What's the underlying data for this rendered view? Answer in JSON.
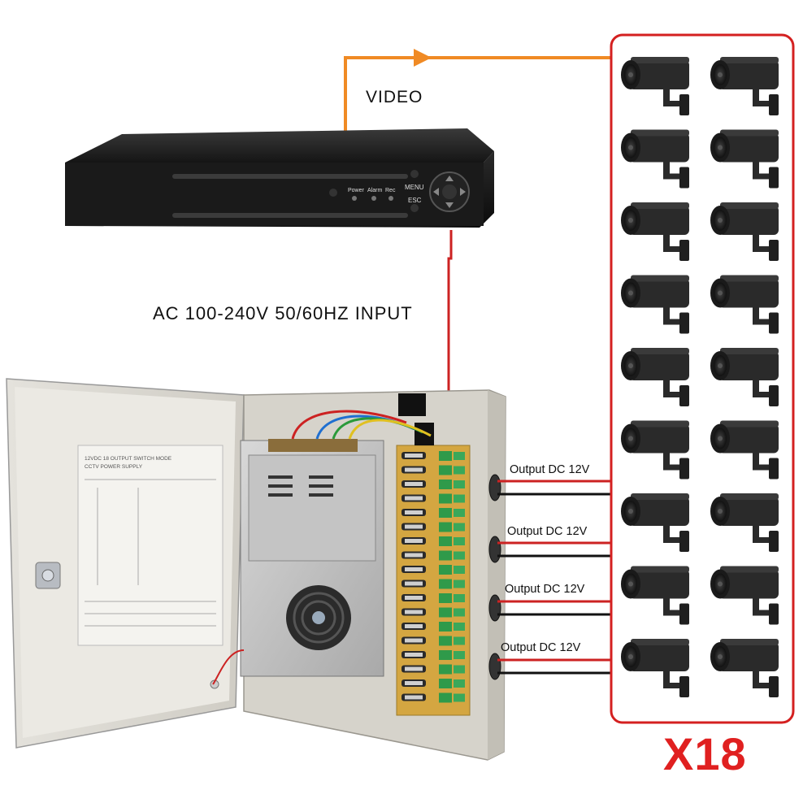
{
  "labels": {
    "video": "VIDEO",
    "ac_input": "AC 100-240V 50/60HZ INPUT",
    "camera_count": "X18"
  },
  "dvr": {
    "indicator_power": "Power",
    "indicator_alarm": "Alarm",
    "indicator_rec": "Rec",
    "menu_button": "MENU",
    "esc_button": "ESC"
  },
  "power_box": {
    "door_sticker_title": "12VDC 18 OUTPUT SWITCH MODE",
    "door_sticker_subtitle": "CCTV POWER SUPPLY"
  },
  "outputs": [
    {
      "label": "Output DC 12V"
    },
    {
      "label": "Output DC 12V"
    },
    {
      "label": "Output DC 12V"
    },
    {
      "label": "Output DC 12V"
    }
  ],
  "cameras": {
    "count": 18,
    "rows": 9,
    "cols": 2
  },
  "colors": {
    "video_line": "#f08a24",
    "power_line": "#cc2222",
    "frame": "#d42020",
    "count": "#e02020"
  }
}
